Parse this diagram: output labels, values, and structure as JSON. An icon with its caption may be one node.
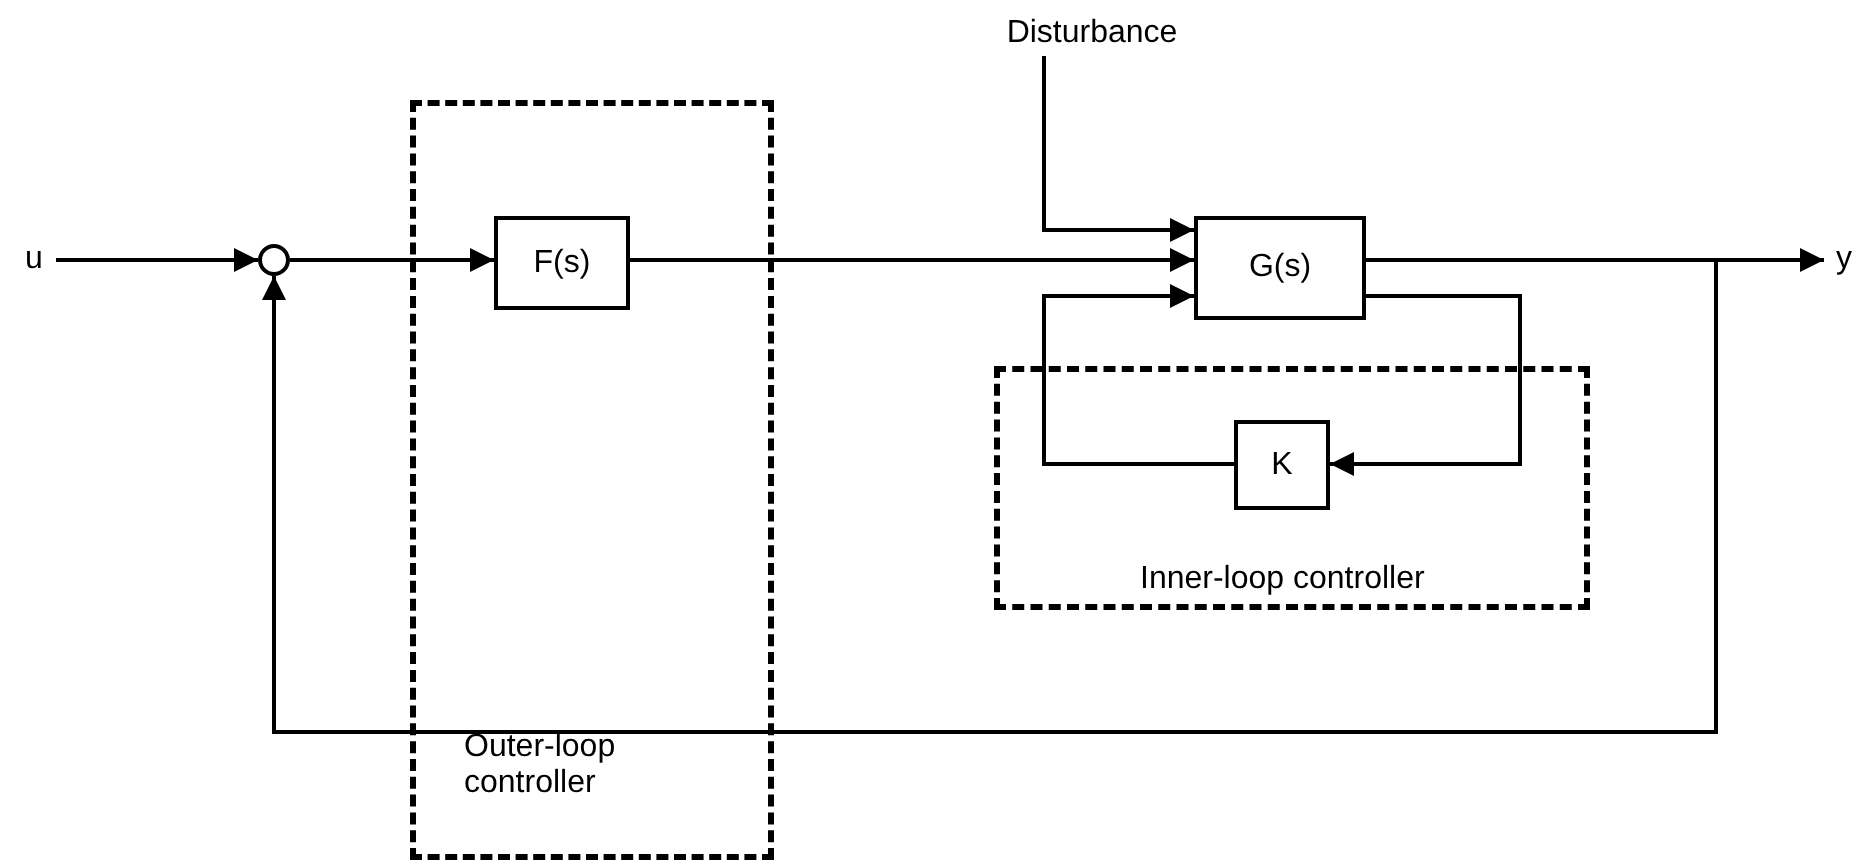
{
  "diagram": {
    "nodes": [
      {
        "text": [
          "u"
        ]
      },
      {
        "text": [],
        "shape": "circle"
      },
      {
        "text": [
          "Outer-loop controller"
        ]
      },
      {
        "text": [
          "F(s)"
        ],
        "in": 2
      },
      {
        "text": [
          "Disturbance"
        ]
      },
      {
        "text": [
          "G(s)"
        ]
      },
      {
        "text": [
          "Inner-loop controller"
        ]
      },
      {
        "text": [
          "K"
        ],
        "in": 6
      },
      {
        "text": [
          "y"
        ]
      }
    ],
    "edges": [
      {
        "from": 0,
        "to": 1,
        "arrow": "to"
      },
      {
        "from": 1,
        "to": 3,
        "arrow": "to"
      },
      {
        "from": 3,
        "to": 5,
        "arrow": "to"
      },
      {
        "from": 4,
        "to": 5,
        "arrow": "to"
      },
      {
        "from": 5,
        "to": 8,
        "arrow": "to"
      },
      {
        "from": 5,
        "to": 7,
        "arrow": "to"
      },
      {
        "from": 7,
        "to": 5,
        "arrow": "to"
      },
      {
        "from": 5,
        "to": 1,
        "arrow": "to"
      }
    ]
  }
}
